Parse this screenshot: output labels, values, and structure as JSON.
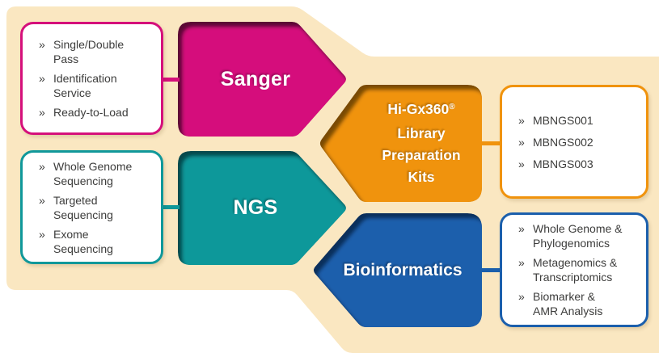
{
  "diagram": {
    "bullet": "»",
    "colors": {
      "background": "#FAE7C1",
      "sanger": "#D5107B",
      "ngs": "#10989A",
      "kits": "#F0930D",
      "bioinformatics": "#1B5FAC",
      "list_text": "#3C3C3B",
      "panel_bg": "#FFFFFF",
      "node_text": "#FFFFFF"
    },
    "sanger": {
      "label": "Sanger",
      "services": [
        "Single/Double\nPass",
        "Identification\nService",
        "Ready-to-Load"
      ]
    },
    "ngs": {
      "label": "NGS",
      "services": [
        "Whole Genome\nSequencing",
        "Targeted\nSequencing",
        "Exome\nSequencing"
      ]
    },
    "kits": {
      "label_line1": "Hi-Gx360",
      "label_reg_mark": "®",
      "label_rest": "Library\nPreparation\nKits",
      "products": [
        "MBNGS001",
        "MBNGS002",
        "MBNGS003"
      ]
    },
    "bioinformatics": {
      "label": "Bioinformatics",
      "services": [
        "Whole Genome &\nPhylogenomics",
        "Metagenomics &\nTranscriptomics",
        "Biomarker &\nAMR Analysis"
      ]
    }
  }
}
